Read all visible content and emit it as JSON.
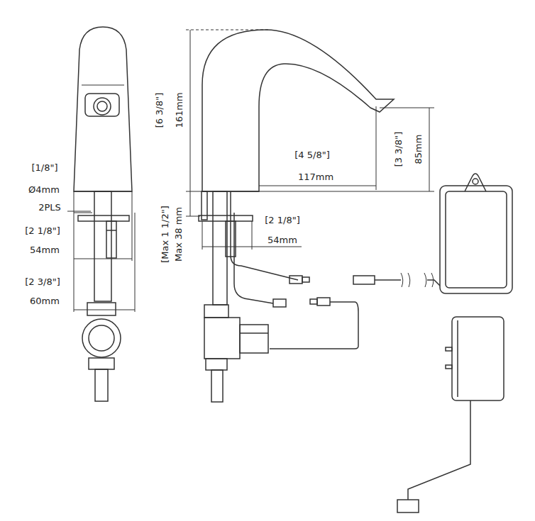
{
  "diagram": {
    "labels": [
      "[1/8\"]",
      "Ø4mm",
      "2PLS",
      "[2 1/8\"]",
      "54mm",
      "[2 3/8\"]",
      "60mm",
      "[6 3/8\"]",
      "161mm",
      "[4 5/8\"]",
      "117mm",
      "[3 3/8\"]",
      "85mm",
      "[2 1/8\"]",
      "54mm",
      "[Max 1 1/2\"]",
      "Max 38 mm"
    ]
  }
}
